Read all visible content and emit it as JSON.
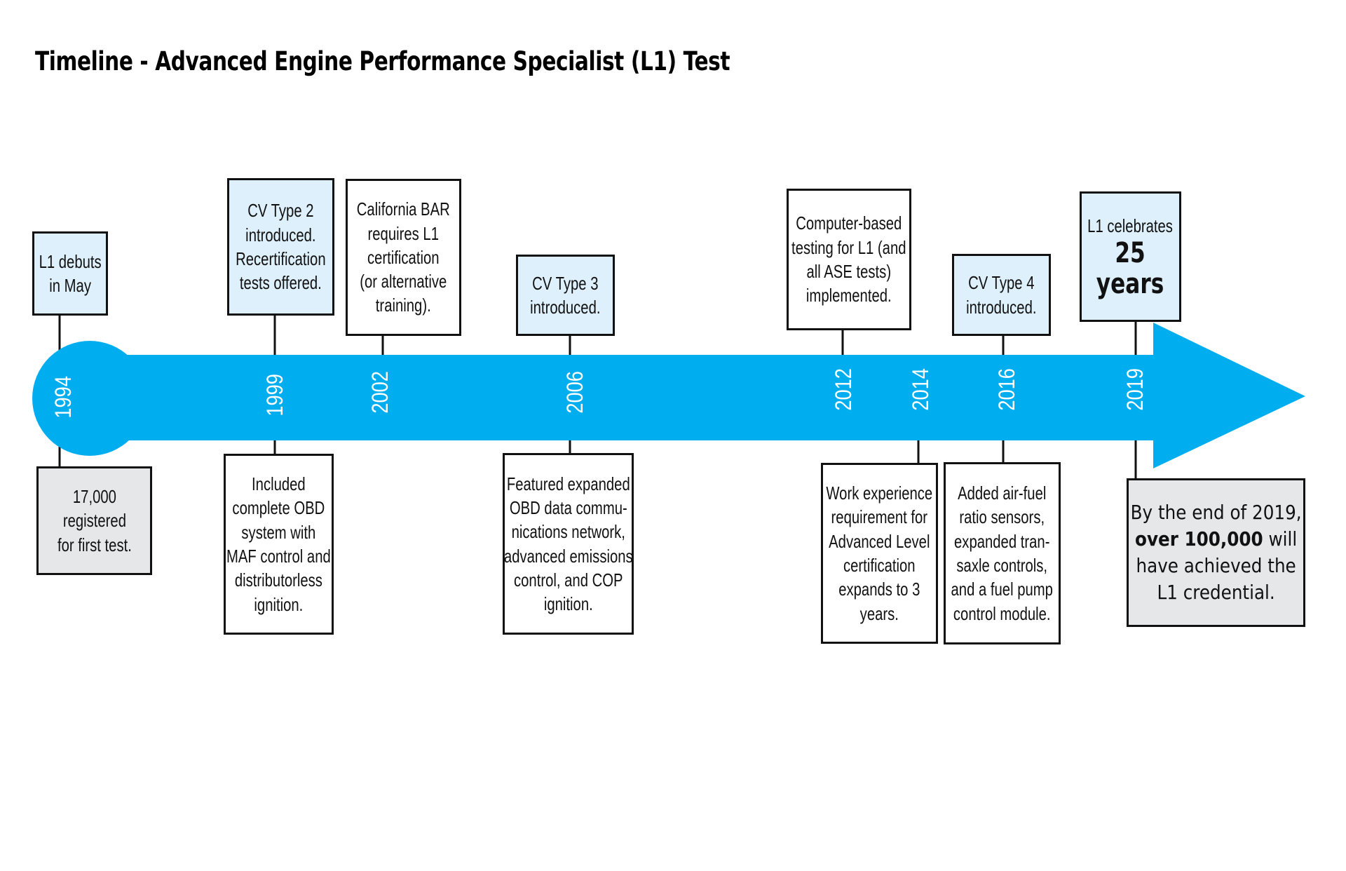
{
  "title": "Timeline - Advanced Engine Performance Specialist (L1) Test",
  "colors": {
    "arrow": "#00adef",
    "box_blue": "#def0fb",
    "box_gray": "#e6e7e8",
    "box_white": "#ffffff",
    "border": "#111111"
  },
  "years": [
    "1994",
    "1999",
    "2002",
    "2006",
    "2012",
    "2014",
    "2016",
    "2019"
  ],
  "events_above": [
    {
      "year": "1994",
      "lines": [
        "L1 debuts",
        "in May"
      ]
    },
    {
      "year": "1999",
      "lines": [
        "CV Type 2",
        "introduced.",
        "Recertification",
        "tests offered."
      ]
    },
    {
      "year": "2002",
      "lines": [
        "California BAR",
        "requires L1",
        "certification",
        "(or alternative",
        "training)."
      ]
    },
    {
      "year": "2006",
      "lines": [
        "CV Type 3",
        "introduced."
      ]
    },
    {
      "year": "2012",
      "lines": [
        "Computer-based",
        "testing for L1 (and",
        "all ASE tests)",
        "implemented."
      ]
    },
    {
      "year": "2016",
      "lines": [
        "CV Type 4",
        "introduced."
      ]
    },
    {
      "year": "2019",
      "lines": [
        "L1 celebrates"
      ],
      "big_lines": [
        "25",
        "years"
      ]
    }
  ],
  "events_below": [
    {
      "year": "1994",
      "lines": [
        "17,000",
        "registered",
        "for first test."
      ]
    },
    {
      "year": "1999",
      "lines": [
        "Included",
        "complete OBD",
        "system with",
        "MAF control and",
        "distributorless",
        "ignition."
      ]
    },
    {
      "year": "2006",
      "lines": [
        "Featured expanded",
        "OBD data commu-",
        "nications network,",
        "advanced emissions",
        "control, and COP",
        "ignition."
      ]
    },
    {
      "year": "2014",
      "lines": [
        "Work experience",
        "requirement for",
        "Advanced Level",
        "certification",
        "expands to 3",
        "years."
      ]
    },
    {
      "year": "2016",
      "lines": [
        "Added air-fuel",
        "ratio sensors,",
        "expanded tran-",
        "saxle controls,",
        "and a fuel pump",
        "control module."
      ]
    },
    {
      "year": "2019",
      "line1": "By the end of 2019,",
      "line2_bold": "over 100,000",
      "line2_rest": " will",
      "line3": "have achieved the",
      "line4": "L1 credential."
    }
  ]
}
